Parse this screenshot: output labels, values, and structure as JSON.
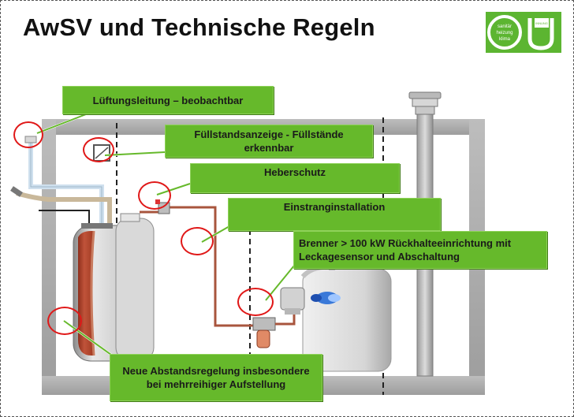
{
  "slide": {
    "title": "AwSV und Technische Regeln"
  },
  "logo": {
    "lines": [
      "sanitär",
      "heizung",
      "klima"
    ],
    "badge_text": "INNUNG"
  },
  "callouts": [
    {
      "id": "lueftung",
      "text": "Lüftungsleitung – beobachtbar"
    },
    {
      "id": "fuellstand",
      "text": "Füllstandsanzeige - Füllstände erkennbar"
    },
    {
      "id": "heber",
      "text": "Heberschutz"
    },
    {
      "id": "einstrang",
      "text": "Einstranginstallation"
    },
    {
      "id": "brenner",
      "text": "Brenner > 100 kW   Rückhalteeinrichtung mit Leckagesensor und Abschaltung"
    },
    {
      "id": "abstand",
      "text": "Neue Abstandsregelung insbesondere bei mehrreihiger Aufstellung"
    }
  ],
  "colors": {
    "label_green": "#66b92b",
    "marker_red": "#e01818",
    "wall_gray": "#a9a9a9",
    "oil_brown": "#b5432b"
  }
}
